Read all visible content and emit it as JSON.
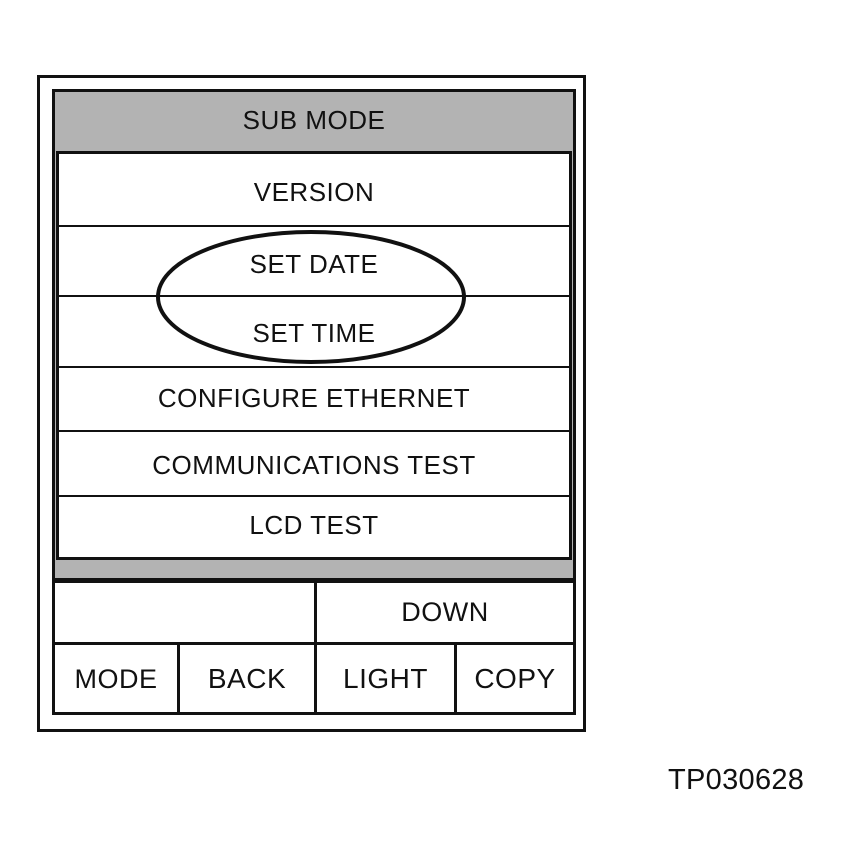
{
  "screen": {
    "title": "SUB MODE",
    "menu_items": [
      "VERSION",
      "SET DATE",
      "SET TIME",
      "CONFIGURE ETHERNET",
      "COMMUNICATIONS TEST",
      "LCD TEST"
    ]
  },
  "buttons": {
    "down": "DOWN",
    "mode": "MODE",
    "back": "BACK",
    "light": "LIGHT",
    "copy": "COPY"
  },
  "figure_id": "TP030628",
  "colors": {
    "screen_background": "#b3b3b3",
    "panel_background": "#ffffff",
    "line": "#111111"
  }
}
